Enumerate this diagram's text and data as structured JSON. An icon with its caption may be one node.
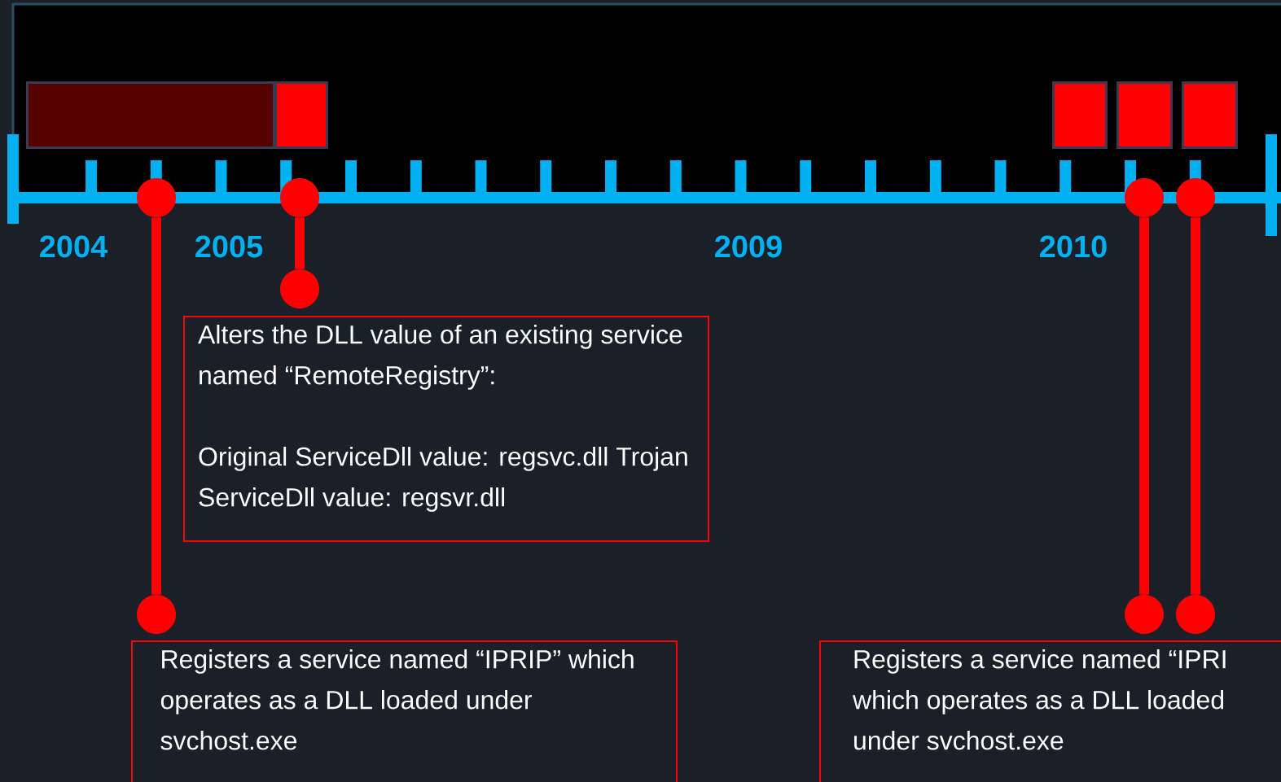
{
  "diagram": {
    "nodes": [
      {
        "text": [],
        "shape": "bar"
      },
      {
        "text": [],
        "shape": "box"
      },
      {
        "text": [],
        "shape": "box"
      },
      {
        "text": [],
        "shape": "box"
      },
      {
        "text": [],
        "shape": "box"
      },
      {
        "text": [],
        "shape": "circle"
      },
      {
        "text": [],
        "shape": "circle"
      },
      {
        "text": [],
        "shape": "circle"
      },
      {
        "text": [],
        "shape": "circle"
      },
      {
        "text": [],
        "shape": "circle"
      },
      {
        "text": [
          "Alters the DLL value of an existing service named “RemoteRegistry”:",
          "Original ServiceDll value: regsvc.dll Trojan ServiceDll value: regsvr.dll"
        ]
      },
      {
        "text": [],
        "shape": "circle"
      },
      {
        "text": [],
        "shape": "circle"
      },
      {
        "text": [],
        "shape": "circle"
      },
      {
        "text": [
          "Registers a service named “IPRIP” which operates as a DLL loaded under svchost.exe"
        ]
      },
      {
        "text": [
          "Registers a service named “IPRI which operates as a DLL loaded under svchost.exe"
        ]
      }
    ],
    "edges": [
      {
        "from": 5,
        "to": 11,
        "arrow": "none"
      },
      {
        "from": 6,
        "to": 9,
        "arrow": "none"
      },
      {
        "from": 7,
        "to": 12,
        "arrow": "none"
      },
      {
        "from": 8,
        "to": 13,
        "arrow": "none"
      }
    ],
    "labels": [
      "2004",
      "2005",
      "2009",
      "2010"
    ]
  }
}
